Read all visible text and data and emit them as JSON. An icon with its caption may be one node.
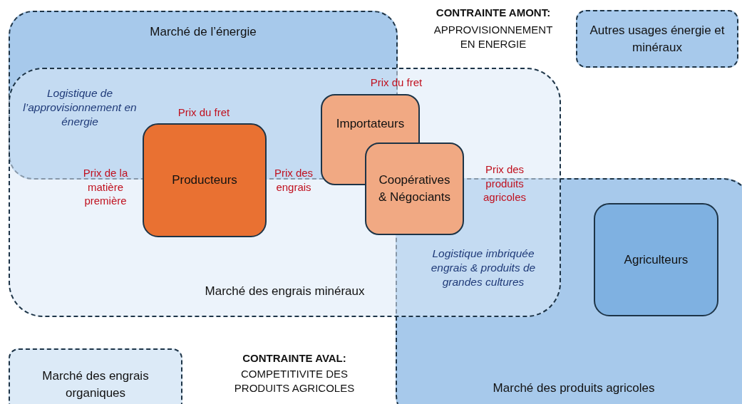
{
  "diagram": {
    "nodes": [
      {
        "text": [
          "Marché de l’énergie"
        ]
      },
      {
        "text": [
          "Marché des engrais minéraux"
        ]
      },
      {
        "text": [
          "Producteurs"
        ],
        "in": 1
      },
      {
        "text": [
          "Importateurs"
        ],
        "in": 1
      },
      {
        "text": [
          "Coopératives & Négociants"
        ],
        "in": 1
      },
      {
        "text": [
          "Marché des produits agricoles"
        ]
      },
      {
        "text": [
          "Agriculteurs"
        ],
        "in": 5
      },
      {
        "text": [
          "Autres usages énergie et minéraux"
        ]
      },
      {
        "text": [
          "Marché des engrais organiques"
        ]
      }
    ],
    "labels": [
      "CONTRAINTE AMONT:",
      "APPROVISIONNEMENT EN ENERGIE",
      "Prix du fret",
      "Logistique de l’approvisionnement en énergie",
      "Prix du fret",
      "Prix de la matière première",
      "Prix des engrais",
      "Prix des produits agricoles",
      "Logistique imbriquée engrais & produits de grandes cultures",
      "CONTRAINTE AVAL:",
      "COMPETITIVITE DES PRODUITS AGRICOLES"
    ]
  }
}
